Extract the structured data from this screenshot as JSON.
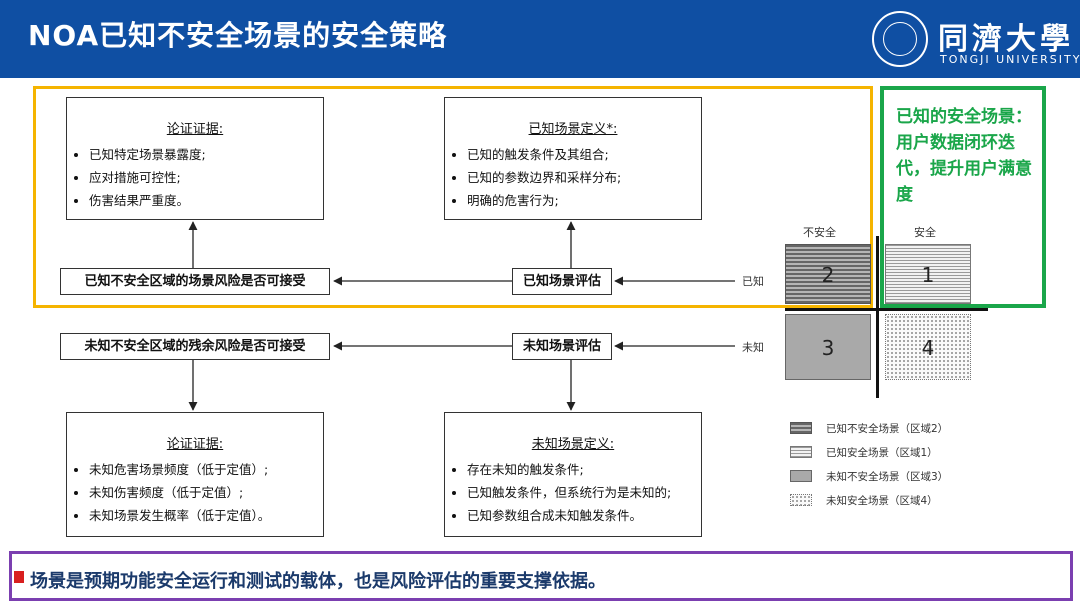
{
  "header": {
    "title": "NOA已知不安全场景的安全策略",
    "logo_cn": "同濟大學",
    "logo_en": "TONGJI UNIVERSITY",
    "background": "#0f4fa3"
  },
  "colors": {
    "yellow_frame": "#f5b400",
    "green_frame": "#1aa64a",
    "purple_frame": "#7b3fb0",
    "bottom_text": "#1b3a6b"
  },
  "green_note": "已知的安全场景：用户数据闭环迭代，提升用户满意度",
  "boxes": {
    "known_argument": {
      "title": "论证证据:",
      "items": [
        "已知特定场景暴露度;",
        "应对措施可控性;",
        "伤害结果严重度。"
      ]
    },
    "known_definition": {
      "title": "已知场景定义*:",
      "items": [
        "已知的触发条件及其组合;",
        "已知的参数边界和采样分布;",
        "明确的危害行为;"
      ]
    },
    "unknown_argument": {
      "title": "论证证据:",
      "items": [
        "未知危害场景频度（低于定值）;",
        "未知伤害频度（低于定值）;",
        "未知场景发生概率（低于定值）。"
      ]
    },
    "unknown_definition": {
      "title": "未知场景定义:",
      "items": [
        "存在未知的触发条件;",
        "已知触发条件，但系统行为是未知的;",
        "已知参数组合成未知触发条件。"
      ]
    }
  },
  "labels": {
    "known_risk": "已知不安全区域的场景风险是否可接受",
    "known_eval": "已知场景评估",
    "unknown_risk": "未知不安全区域的残余风险是否可接受",
    "unknown_eval": "未知场景评估"
  },
  "quadrant": {
    "col_unsafe": "不安全",
    "col_safe": "安全",
    "row_known": "已知",
    "row_unknown": "未知",
    "cells": [
      "2",
      "1",
      "3",
      "4"
    ]
  },
  "legend": [
    {
      "label": "已知不安全场景（区域2）"
    },
    {
      "label": "已知安全场景（区域1）"
    },
    {
      "label": "未知不安全场景（区域3）"
    },
    {
      "label": "未知安全场景（区域4）"
    }
  ],
  "footer": "场景是预期功能安全运行和测试的载体，也是风险评估的重要支撑依据。"
}
